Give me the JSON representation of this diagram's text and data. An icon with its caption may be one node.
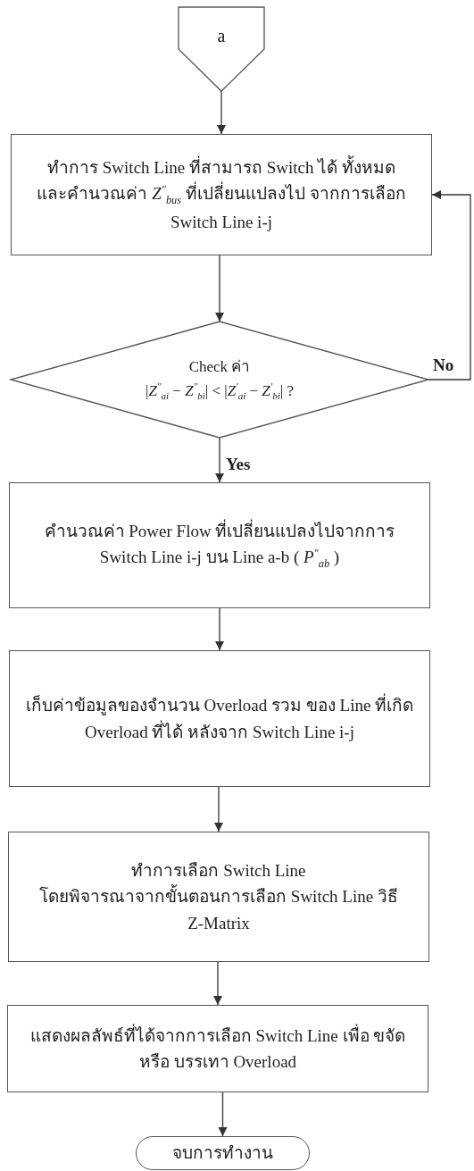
{
  "diagram": {
    "nodes": [
      {
        "text": [
          "a"
        ]
      },
      {
        "text": [
          "ทำการ Switch Line ที่สามารถ Switch ได้ ทั้งหมด และคำนวณค่า *Z*$^{″}$$_{bus}$ ที่เปลี่ยนแปลงไป จากการเลือก Switch Line i-j"
        ]
      },
      {
        "text": [
          "Check ค่า",
          "|*Z*$^{″}$$_{ai}$ − *Z*$^{″}$$_{bi}$| < |*Z*$^{′}$$_{ai}$ − *Z*$^{′}$$_{bi}$| ?"
        ]
      },
      {
        "text": [
          "คำนวณค่า Power Flow ที่เปลี่ยนแปลงไปจากการ Switch Line i-j บน Line a-b ( *P*$^{″}$$_{ab}$ )"
        ]
      },
      {
        "text": [
          "เก็บค่าข้อมูลของจำนวน Overload รวม ของ Line ที่เกิด Overload ที่ได้ หลังจาก Switch Line i-j"
        ]
      },
      {
        "text": [
          "ทำการเลือก Switch Line โดยพิจารณาจากขั้นตอนการเลือก Switch Line วิธี Z-Matrix"
        ]
      },
      {
        "text": [
          "แสดงผลลัพธ์ที่ได้จากการเลือก Switch Line เพื่อ ขจัด หรือ บรรเทา Overload"
        ]
      },
      {
        "text": [
          "จบการทำงาน"
        ]
      }
    ],
    "edges": [
      {
        "from": 0,
        "to": 1,
        "arrow": "to"
      },
      {
        "from": 1,
        "to": 2,
        "arrow": "to"
      },
      {
        "from": 2,
        "to": 3,
        "arrow": "to",
        "label": "Yes"
      },
      {
        "from": 2,
        "to": 1,
        "arrow": "to",
        "label": "No"
      },
      {
        "from": 3,
        "to": 4,
        "arrow": "to"
      },
      {
        "from": 4,
        "to": 5,
        "arrow": "to"
      },
      {
        "from": 5,
        "to": 6,
        "arrow": "to"
      },
      {
        "from": 6,
        "to": 7,
        "arrow": "to"
      }
    ]
  }
}
